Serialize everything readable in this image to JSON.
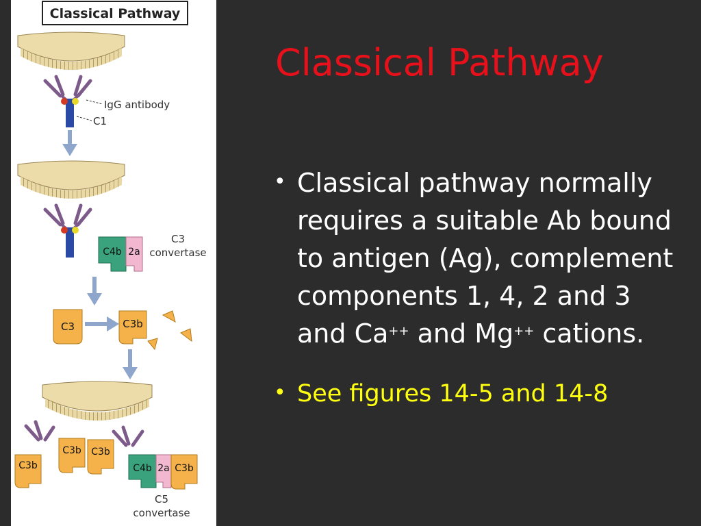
{
  "slide": {
    "title": "Classical Pathway",
    "bullets": [
      {
        "text_parts": [
          "Classical pathway normally requires a suitable Ab bound to antigen (Ag), complement components 1, 4, 2 and 3 and Ca",
          "++",
          " and Mg",
          "++",
          " cations."
        ],
        "color": "#ffffff"
      },
      {
        "text": "See figures 14-5 and 14-8",
        "color": "#ffff10"
      }
    ],
    "title_color": "#e8101a",
    "background": "#2c2c2c"
  },
  "diagram": {
    "header": "Classical Pathway",
    "labels": {
      "igg": "IgG antibody",
      "c1": "C1",
      "c4b": "C4b",
      "c2a": "2a",
      "c3_convertase_line1": "C3",
      "c3_convertase_line2": "convertase",
      "c3": "C3",
      "c3b": "C3b",
      "c5_convertase_line1": "C5",
      "c5_convertase_line2": "convertase"
    }
  }
}
